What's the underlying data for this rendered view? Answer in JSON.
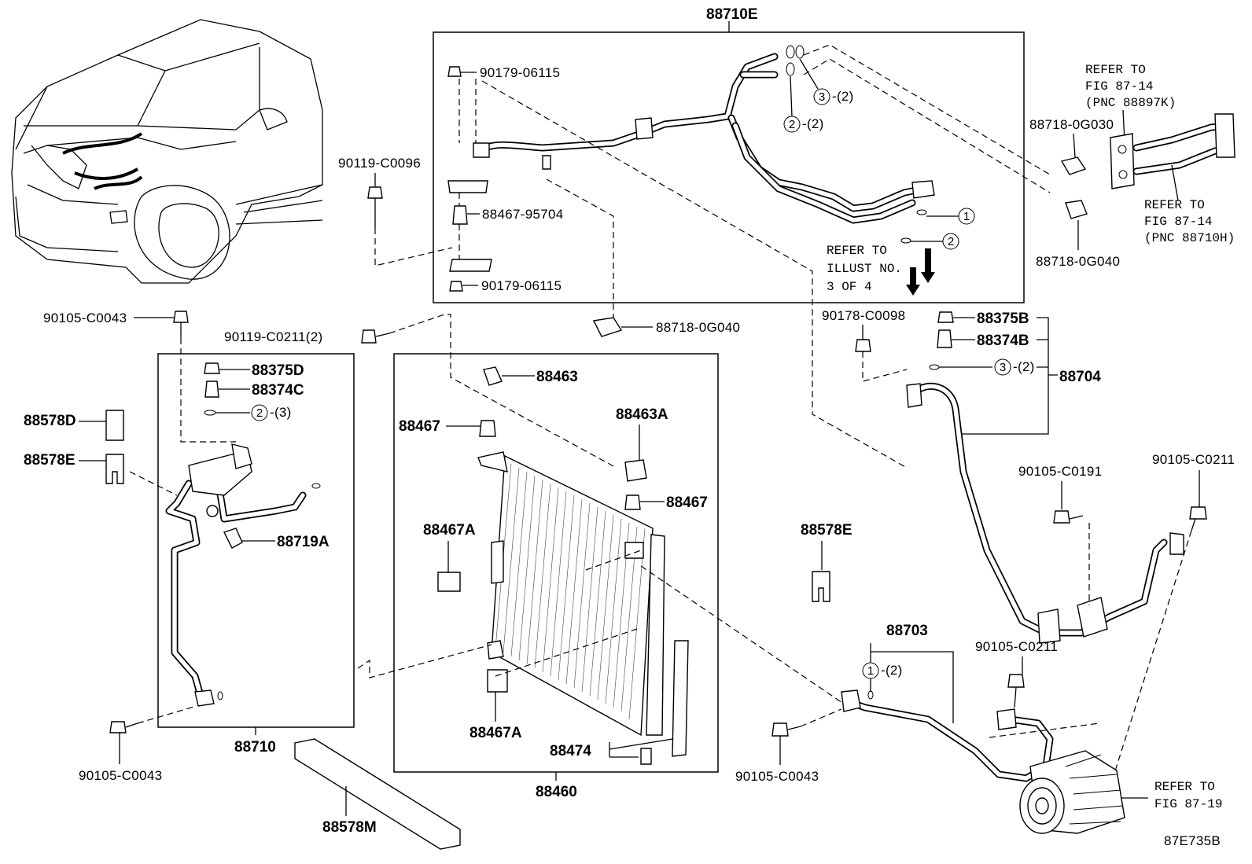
{
  "labels": {
    "assy_88710E": "88710E",
    "bolt_90179_top": "90179-06115",
    "bolt_90179_bottom": "90179-06115",
    "cushion_88467_95704": "88467-95704",
    "clamp_88718_0G040_mid": "88718-0G040",
    "clamp_88718_0G030": "88718-0G030",
    "clamp_88718_0G040_right": "88718-0G040",
    "bolt_90119_C0096": "90119-C0096",
    "bolt_90119_C0211": "90119-C0211(2)",
    "bolt_90105_C0043_top": "90105-C0043",
    "bolt_90105_C0043_left": "90105-C0043",
    "bolt_90105_C0043_right": "90105-C0043",
    "bolt_90105_C0191": "90105-C0191",
    "bolt_90105_C0211_right": "90105-C0211",
    "bolt_90105_C0211_mid": "90105-C0211",
    "nut_90178_C0098": "90178-C0098",
    "cap_88375D": "88375D",
    "valve_88374C": "88374C",
    "cap_88375B": "88375B",
    "valve_88374B": "88374B",
    "pipe_88704": "88704",
    "pipe_88703": "88703",
    "pipe_88710": "88710",
    "condenser_88460": "88460",
    "bracket_88463": "88463",
    "bracket_88463A": "88463A",
    "cushion_88467_a": "88467",
    "cushion_88467_b": "88467",
    "cushion_88467A_top": "88467A",
    "cushion_88467A_bottom": "88467A",
    "drier_88474": "88474",
    "seal_88578D": "88578D",
    "seal_88578E_left": "88578E",
    "seal_88578E_right": "88578E",
    "seal_88578M": "88578M",
    "switch_88719A": "88719A",
    "diagram_code": "87E735B"
  },
  "qty": {
    "ring3_top": "-(2)",
    "ring2_top": "-(2)",
    "ring2_left": "-(3)",
    "ring3_right": "-(2)",
    "ring1_88703": "-(2)"
  },
  "circles": {
    "c3_top": "3",
    "c2_top": "2",
    "c1_r": "1",
    "c2_r": "2",
    "c2_left": "2",
    "c3_right": "3",
    "c1_88703": "1"
  },
  "notes": {
    "refer_illust": [
      "REFER TO",
      "ILLUST NO.",
      "3 OF 4"
    ],
    "refer_fig_88897K": [
      "REFER TO",
      "FIG 87-14",
      "(PNC 88897K)"
    ],
    "refer_fig_88710H": [
      "REFER TO",
      "FIG 87-14",
      "(PNC 88710H)"
    ],
    "refer_fig_87_19": [
      "REFER TO",
      "FIG 87-19"
    ]
  }
}
